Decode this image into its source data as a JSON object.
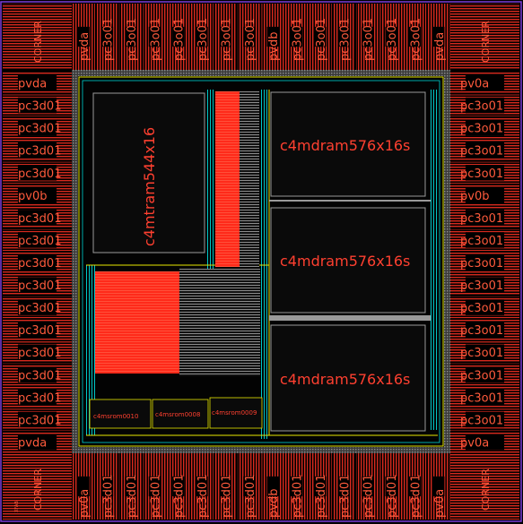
{
  "colors": {
    "background": "#000000",
    "pad_metal": "#e0281e",
    "pad_text": "#ff5a3c",
    "macro_fill": "#0a0a0a",
    "macro_border": "#9a9a9a",
    "macro_text": "#ff4030",
    "routing_cyan": "#00d8d8",
    "routing_yellow": "#e8e800",
    "routing_gray": "#9a9a9a",
    "block_red": "#ff2a1a",
    "boundary": "#7a3cd8"
  },
  "corners": {
    "top_left": "CORNER",
    "top_right": "CORNER",
    "bottom_left": "CORNER",
    "bottom_right": "CORNER"
  },
  "top_pads": [
    "pvda",
    "pc3o01",
    "pc3o01",
    "pc3o01",
    "pc3o01",
    "pc3o01",
    "pc3o01",
    "pc3o01",
    "pvdb",
    "pc3o01",
    "pc3o01",
    "pc3o01",
    "pc3o01",
    "pc3o01",
    "pc3o01",
    "pvda"
  ],
  "bottom_pads": [
    "pv0a",
    "pc3d01",
    "pc3d01",
    "pc3d01",
    "pc3d01",
    "pc3d01",
    "pc3d01",
    "pc3d01",
    "pvdb",
    "pc3d01",
    "pc3d01",
    "pc3d01",
    "pc3d01",
    "pc3d01",
    "pc3d01",
    "pv0a"
  ],
  "left_pads": [
    "pvda",
    "pc3d01",
    "pc3d01",
    "pc3d01",
    "pc3d01",
    "pv0b",
    "pc3d01",
    "pc3d01",
    "pc3d01",
    "pc3d01",
    "pc3d01",
    "pc3d01",
    "pc3d01",
    "pc3d01",
    "pc3d01",
    "pc3d01",
    "pvda"
  ],
  "right_pads": [
    "pv0a",
    "pc3o01",
    "pc3o01",
    "pc3o01",
    "pc3o01",
    "pv0b",
    "pc3o01",
    "pc3o01",
    "pc3o01",
    "pc3o01",
    "pc3o01",
    "pc3o01",
    "pc3o01",
    "pc3o01",
    "pc3o01",
    "pc3o01",
    "pv0a"
  ],
  "macros": {
    "mtram": "c4mtram544x16",
    "dram1": "c4mdram576x16s",
    "dram2": "c4mdram576x16s",
    "dram3": "c4mdram576x16s",
    "rom1": "c4msrom0010",
    "rom2": "c4msrom0008",
    "rom3": "c4msrom0009"
  },
  "corner_tag": "XFAB"
}
